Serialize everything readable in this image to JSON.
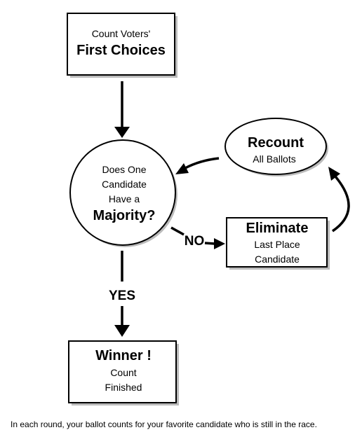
{
  "start_box": {
    "line1": "Count Voters'",
    "line2": "First Choices"
  },
  "decision": {
    "line1": "Does One",
    "line2": "Candidate",
    "line3": "Have a",
    "line4": "Majority?"
  },
  "recount": {
    "title": "Recount",
    "subtitle": "All Ballots"
  },
  "eliminate": {
    "title": "Eliminate",
    "line1": "Last Place",
    "line2": "Candidate"
  },
  "winner": {
    "title": "Winner !",
    "line1": "Count",
    "line2": "Finished"
  },
  "labels": {
    "no": "NO",
    "yes": "YES"
  },
  "caption": "In each round, your ballot counts for your favorite candidate who is still in the race.",
  "colors": {
    "stroke": "#000000",
    "fill": "#ffffff",
    "shadow": "#bbbbbb"
  }
}
